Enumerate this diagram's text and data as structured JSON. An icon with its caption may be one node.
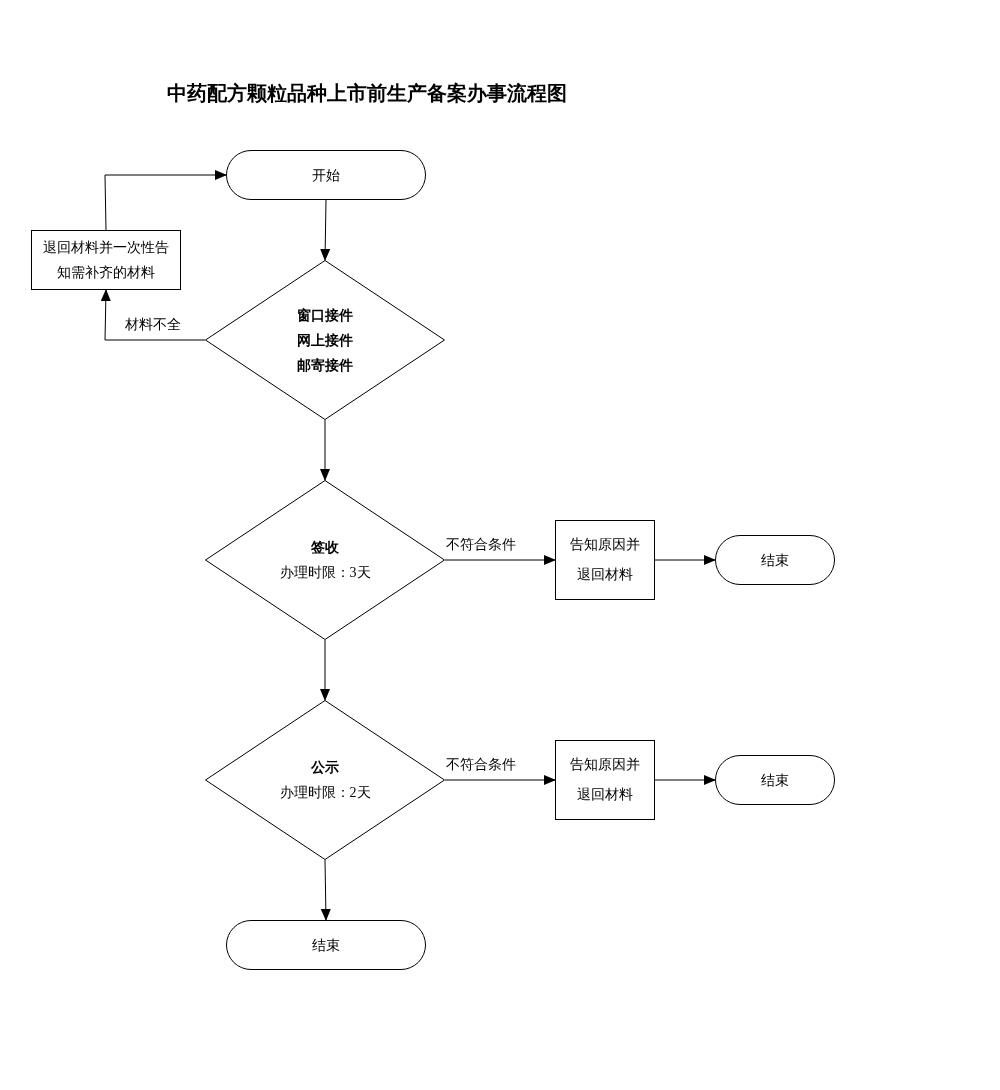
{
  "diagram": {
    "title": "中药配方颗粒品种上市前生产备案办事流程图",
    "nodes": [
      {
        "text": [
          "开始"
        ]
      },
      {
        "text": [
          "退回材料并一次性告知需补齐的材料"
        ]
      },
      {
        "text": [
          "窗口接件",
          "网上接件",
          "邮寄接件"
        ]
      },
      {
        "text": [
          "签收",
          "办理时限：3天"
        ]
      },
      {
        "text": [
          "告知原因并退回材料"
        ]
      },
      {
        "text": [
          "结束"
        ]
      },
      {
        "text": [
          "公示",
          "办理时限：2天"
        ]
      },
      {
        "text": [
          "告知原因并退回材料"
        ]
      },
      {
        "text": [
          "结束"
        ]
      },
      {
        "text": [
          "结束"
        ]
      }
    ],
    "edges": [
      {
        "from": 0,
        "to": 2,
        "arrow": "to"
      },
      {
        "from": 2,
        "to": 1,
        "arrow": "to",
        "label": "材料不全"
      },
      {
        "from": 1,
        "to": 0,
        "arrow": "to"
      },
      {
        "from": 2,
        "to": 3,
        "arrow": "to"
      },
      {
        "from": 3,
        "to": 4,
        "arrow": "to",
        "label": "不符合条件"
      },
      {
        "from": 4,
        "to": 5,
        "arrow": "to"
      },
      {
        "from": 3,
        "to": 6,
        "arrow": "to"
      },
      {
        "from": 6,
        "to": 7,
        "arrow": "to",
        "label": "不符合条件"
      },
      {
        "from": 7,
        "to": 8,
        "arrow": "to"
      },
      {
        "from": 6,
        "to": 9,
        "arrow": "to"
      }
    ]
  }
}
